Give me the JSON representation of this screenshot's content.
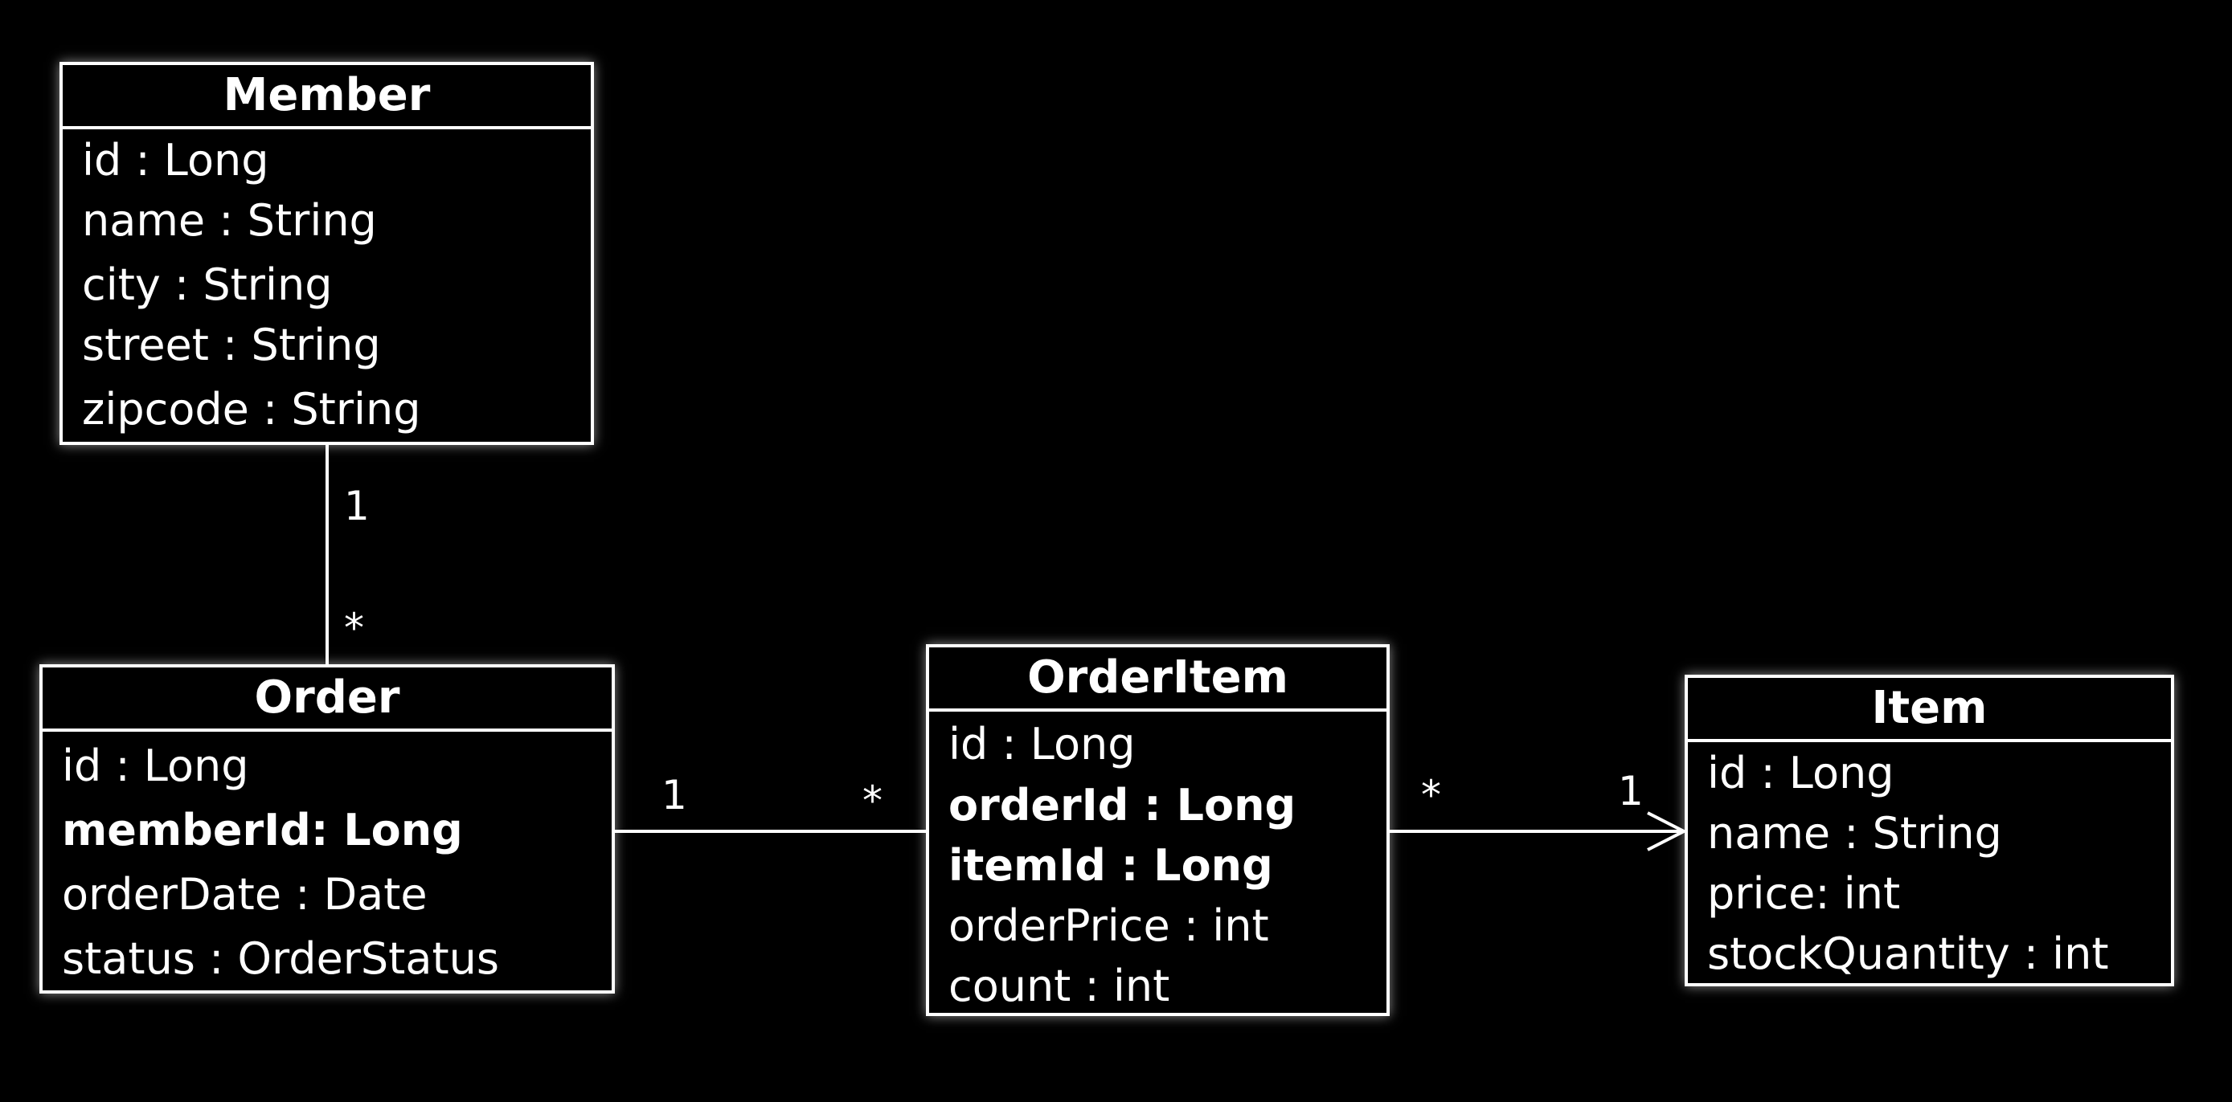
{
  "entities": {
    "member": {
      "name": "Member",
      "attributes": [
        "id : Long",
        "name : String",
        "city : String",
        "street : String",
        "zipcode : String"
      ]
    },
    "order": {
      "name": "Order",
      "attributes": [
        "id : Long",
        "memberId: Long",
        "orderDate : Date",
        "status : OrderStatus"
      ]
    },
    "order_item": {
      "name": "OrderItem",
      "attributes": [
        "id : Long",
        "orderId : Long",
        "itemId : Long",
        "orderPrice : int",
        "count : int"
      ]
    },
    "item": {
      "name": "Item",
      "attributes": [
        "id : Long",
        "name : String",
        "price: int",
        "stockQuantity : int"
      ]
    }
  },
  "relations": {
    "member_order": {
      "from_label": "1",
      "to_label": "*"
    },
    "order_orderitem": {
      "from_label": "1",
      "to_label": "*"
    },
    "orderitem_item": {
      "from_label": "*",
      "to_label": "1"
    }
  }
}
